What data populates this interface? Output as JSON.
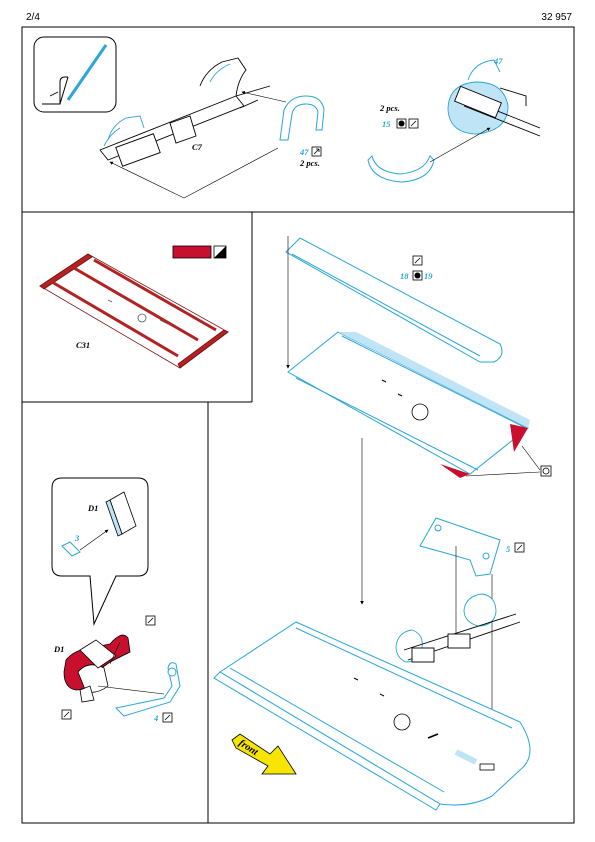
{
  "header": {
    "page": "2/4",
    "kit_code": "32 957"
  },
  "labels": {
    "c7": "C7",
    "c31": "C31",
    "d1_callout": "D1",
    "d1_main": "D1",
    "qty_2pcs_left": "2 pcs.",
    "qty_2pcs_right": "2 pcs.",
    "part_47_left": "47",
    "part_47_right": "47",
    "part_15": "15",
    "part_18": "18",
    "part_19": "19",
    "part_5": "5",
    "part_3": "3",
    "part_4": "4",
    "front": "front"
  },
  "icons": [
    "bend-icon",
    "paint-icon",
    "fold-icon",
    "rivet-icon",
    "front-arrow-icon"
  ],
  "colors": {
    "part_blue": "#2aa6d9",
    "etch_light": "#bfe4f5",
    "paint_red": "#c8102e",
    "frame": "#000000"
  }
}
